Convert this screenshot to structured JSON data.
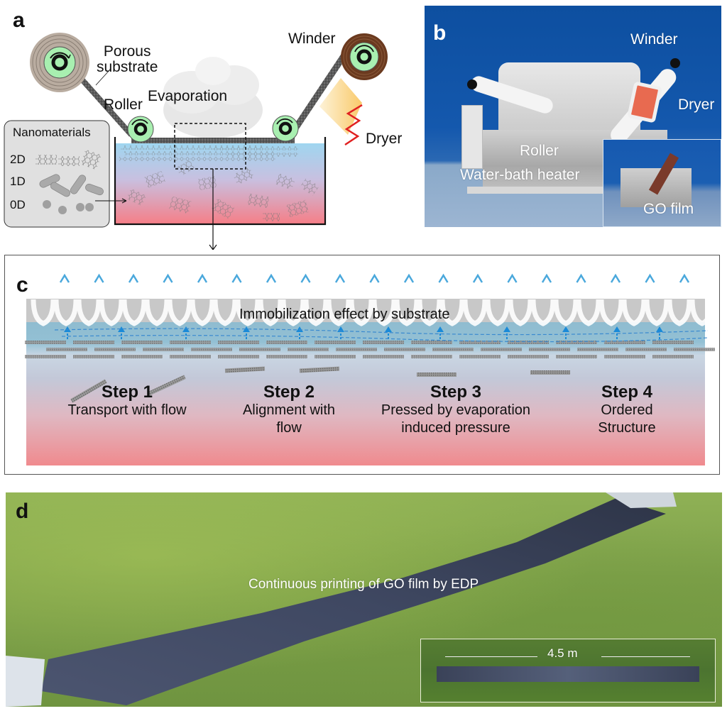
{
  "panels": {
    "a": {
      "letter": "a",
      "labels": {
        "porous_substrate_line1": "Porous",
        "porous_substrate_line2": "substrate",
        "roller": "Roller",
        "evaporation": "Evaporation",
        "winder": "Winder",
        "dryer": "Dryer"
      },
      "nanomaterials": {
        "title": "Nanomaterials",
        "rows": [
          {
            "dim": "2D",
            "shape": "hexagonal-sheet"
          },
          {
            "dim": "1D",
            "shape": "cylinder-rod"
          },
          {
            "dim": "0D",
            "shape": "sphere-dot"
          }
        ]
      },
      "colors": {
        "roller_green": "#a8efb0",
        "winder_brown": "#6b3a1f",
        "bath_top": "#9fd6f0",
        "bath_bottom": "#f57f88",
        "dryer_red": "#e02020",
        "dryer_glow": "#f8c860"
      }
    },
    "b": {
      "letter": "b",
      "labels": {
        "winder": "Winder",
        "dryer": "Dryer",
        "roller": "Roller",
        "heater": "Water-bath heater",
        "inset": "GO film"
      }
    },
    "c": {
      "letter": "c",
      "substrate_label": "Immobilization effect by substrate",
      "steps": [
        {
          "title": "Step 1",
          "desc_line1": "Transport with flow",
          "desc_line2": ""
        },
        {
          "title": "Step 2",
          "desc_line1": "Alignment with",
          "desc_line2": "flow"
        },
        {
          "title": "Step 3",
          "desc_line1": "Pressed by evaporation",
          "desc_line2": "induced pressure"
        },
        {
          "title": "Step 4",
          "desc_line1": "Ordered",
          "desc_line2": "Structure"
        }
      ],
      "colors": {
        "arrow_blue": "#4aa8dc",
        "substrate_gray": "#c8c8c8",
        "water_blue": "#8fbcd0",
        "bottom_red": "#f08a8e"
      }
    },
    "d": {
      "letter": "d",
      "caption": "Continuous printing of GO film by EDP",
      "inset_length": "4.5 m"
    }
  }
}
